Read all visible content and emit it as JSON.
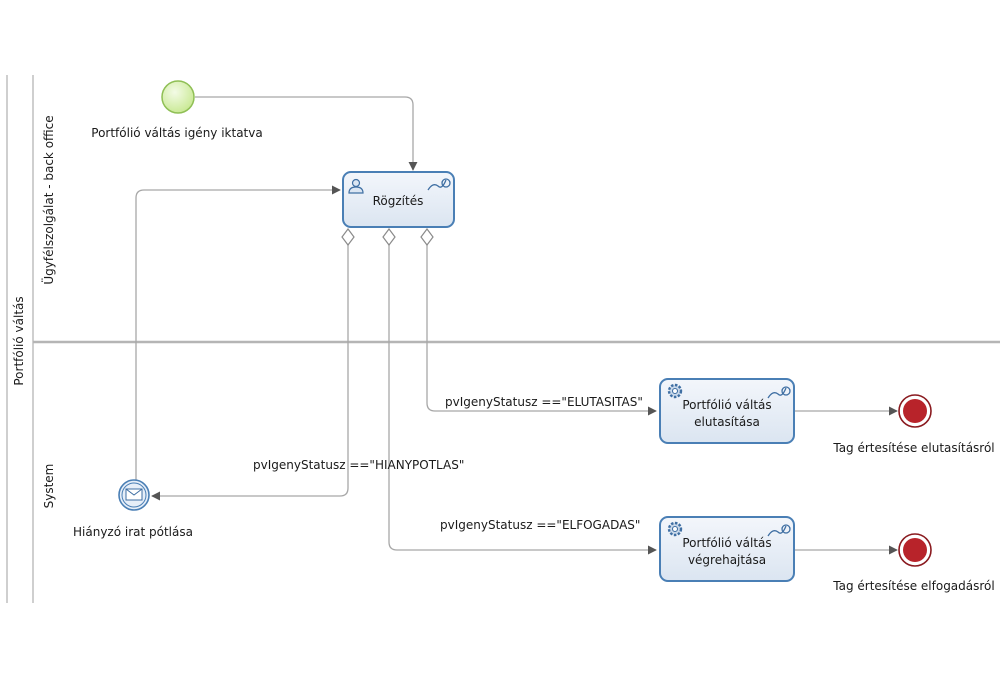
{
  "pool": {
    "label": "Portfólió váltás"
  },
  "lanes": [
    {
      "label": "Ügyfélszolgálat - back office"
    },
    {
      "label": "System"
    }
  ],
  "events": {
    "start": {
      "label": "Portfólió váltás igény iktatva"
    },
    "message": {
      "label": "Hiányzó irat pótlása"
    },
    "end_reject": {
      "label": "Tag értesítése elutasításról"
    },
    "end_accept": {
      "label": "Tag értesítése elfogadásról"
    }
  },
  "tasks": {
    "rogzites": {
      "label": "Rögzítés",
      "type": "user-task"
    },
    "reject": {
      "line1": "Portfólió váltás",
      "line2": "elutasítása",
      "type": "service-task"
    },
    "accept": {
      "line1": "Portfólió váltás",
      "line2": "végrehajtása",
      "type": "service-task"
    }
  },
  "conditions": {
    "reject": "pvIgenyStatusz ==\"ELUTASITAS\"",
    "missing": "pvIgenyStatusz ==\"HIANYPOTLAS\"",
    "accept": "pvIgenyStatusz ==\"ELFOGADAS\""
  },
  "colors": {
    "task_border": "#4a7fb5",
    "task_fill": "#e8eef6",
    "start_event": "#b6e07c",
    "end_event": "#b8232a",
    "flow_line": "#a7a7a7",
    "lane_divider": "#b5b5b5"
  },
  "icons": {
    "start": "start-event-circle",
    "user": "user-icon",
    "gear": "gear-icon",
    "loop": "loop-marker-icon",
    "envelope": "envelope-icon",
    "end": "end-event-circle",
    "gateway": "conditional-diamond-icon"
  }
}
